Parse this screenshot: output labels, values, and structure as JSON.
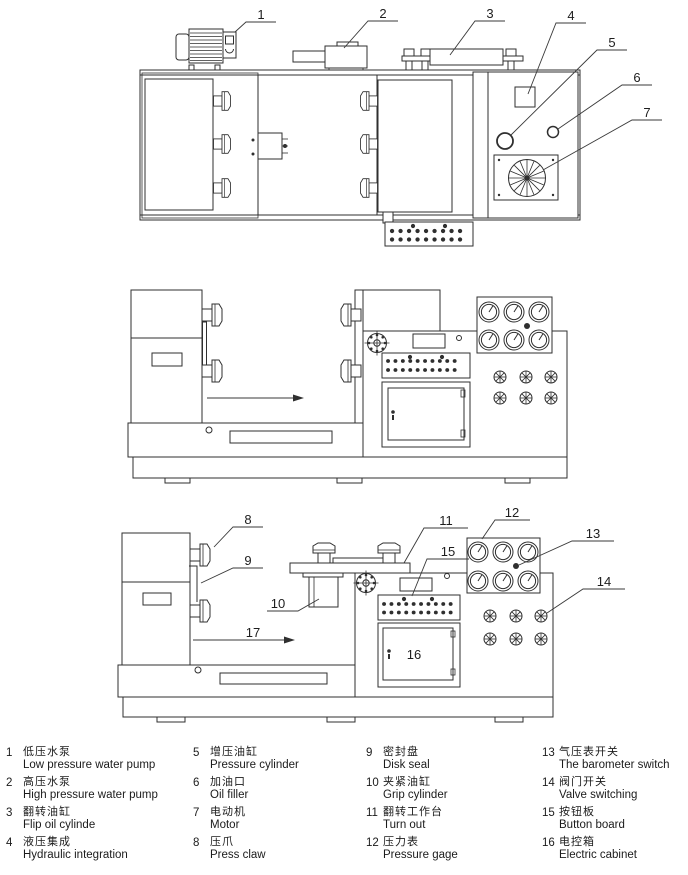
{
  "drawing": {
    "callouts": {
      "c1": "1",
      "c2": "2",
      "c3": "3",
      "c4": "4",
      "c5": "5",
      "c6": "6",
      "c7": "7",
      "c8": "8",
      "c9": "9",
      "c10": "10",
      "c11": "11",
      "c12": "12",
      "c13": "13",
      "c14": "14",
      "c15": "15",
      "c16": "16",
      "c17": "17"
    }
  },
  "legend": {
    "items": [
      {
        "num": "1",
        "zh": "低压水泵",
        "en": "Low pressure water pump"
      },
      {
        "num": "2",
        "zh": "高压水泵",
        "en": "High pressure water pump"
      },
      {
        "num": "3",
        "zh": "翻转油缸",
        "en": "Flip oil cylinde"
      },
      {
        "num": "4",
        "zh": "液压集成",
        "en": "Hydraulic integration"
      },
      {
        "num": "5",
        "zh": "增压油缸",
        "en": "Pressure cylinder"
      },
      {
        "num": "6",
        "zh": "加油口",
        "en": "Oil filler"
      },
      {
        "num": "7",
        "zh": "电动机",
        "en": "Motor"
      },
      {
        "num": "8",
        "zh": "压爪",
        "en": "Press claw"
      },
      {
        "num": "9",
        "zh": "密封盘",
        "en": "Disk seal"
      },
      {
        "num": "10",
        "zh": "夹紧油缸",
        "en": "Grip cylinder"
      },
      {
        "num": "11",
        "zh": "翻转工作台",
        "en": "Turn out"
      },
      {
        "num": "12",
        "zh": "压力表",
        "en": "Pressure gage"
      },
      {
        "num": "13",
        "zh": "气压表开关",
        "en": "The barometer switch"
      },
      {
        "num": "14",
        "zh": "阀门开关",
        "en": "Valve switching"
      },
      {
        "num": "15",
        "zh": "按钮板",
        "en": "Button board"
      },
      {
        "num": "16",
        "zh": "电控箱",
        "en": "Electric cabinet"
      }
    ]
  }
}
